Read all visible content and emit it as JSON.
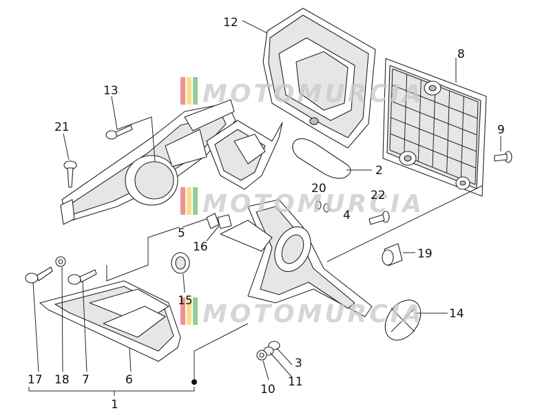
{
  "diagram": {
    "callouts": [
      "12",
      "8",
      "13",
      "21",
      "9",
      "2",
      "20",
      "22",
      "4",
      "5",
      "16",
      "19",
      "15",
      "14",
      "17",
      "18",
      "7",
      "6",
      "3",
      "11",
      "10",
      "1"
    ],
    "watermark": {
      "text": "MOTOMURCIA",
      "colors": [
        "#e53935",
        "#fbc02d",
        "#43a047"
      ]
    }
  }
}
